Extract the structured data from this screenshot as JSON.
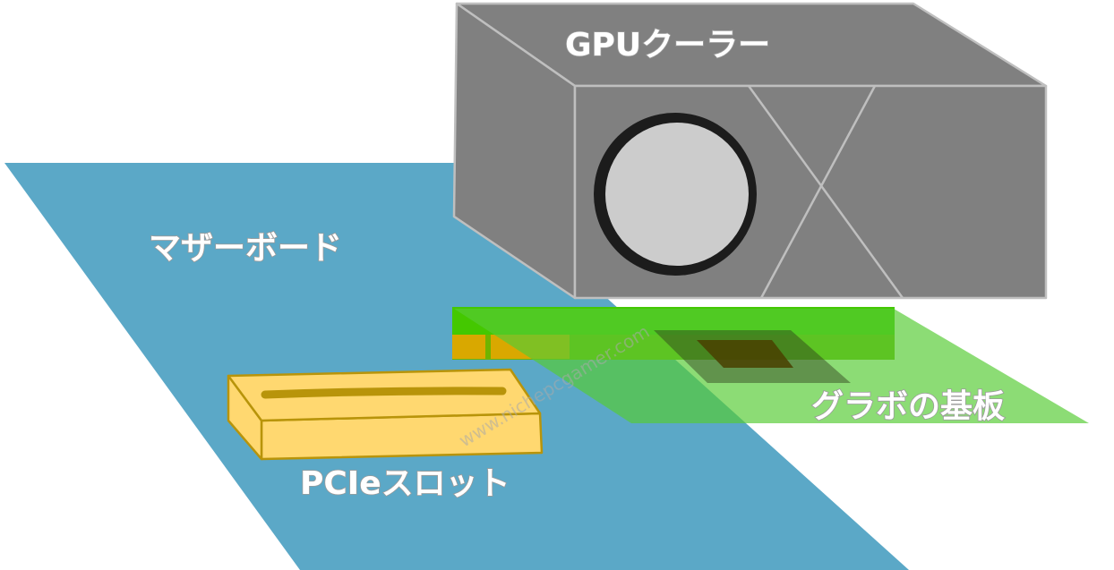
{
  "labels": {
    "gpu_cooler": "GPUクーラー",
    "motherboard": "マザーボード",
    "graphics_board": "グラボの基板",
    "pcie_slot": "PCIeスロット"
  },
  "watermark": "www.nichepcgamer.com",
  "colors": {
    "motherboard": "#5ba8c7",
    "cooler_body": "#808080",
    "cooler_edge": "#bfbfbf",
    "fan_ring": "#1c1c1c",
    "fan_disc": "#cccccc",
    "pcb_bright": "#44c800",
    "pcb_transparent": "#55cc33",
    "gold_contacts": "#d9a800",
    "slot_fill": "#ffd870",
    "slot_edge": "#b8940a",
    "chip": "#4a4000"
  }
}
